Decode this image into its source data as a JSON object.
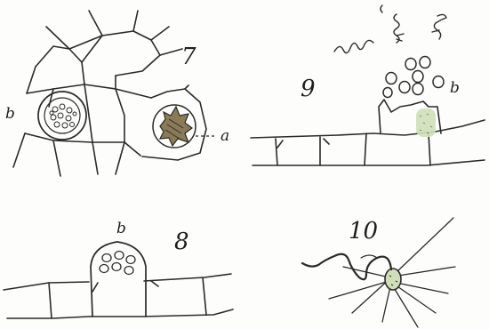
{
  "figures": [
    {
      "number": "7",
      "labels": {
        "nucleus_left": "b",
        "antheridium": "a"
      }
    },
    {
      "number": "8",
      "labels": {
        "cell_top": "b"
      }
    },
    {
      "number": "9",
      "labels": {
        "spores": "b"
      }
    },
    {
      "number": "10",
      "labels": {}
    }
  ],
  "colors": {
    "ink": "#2a2a2a",
    "paper": "#fdfdfb",
    "tint": "#cfe0b8"
  }
}
